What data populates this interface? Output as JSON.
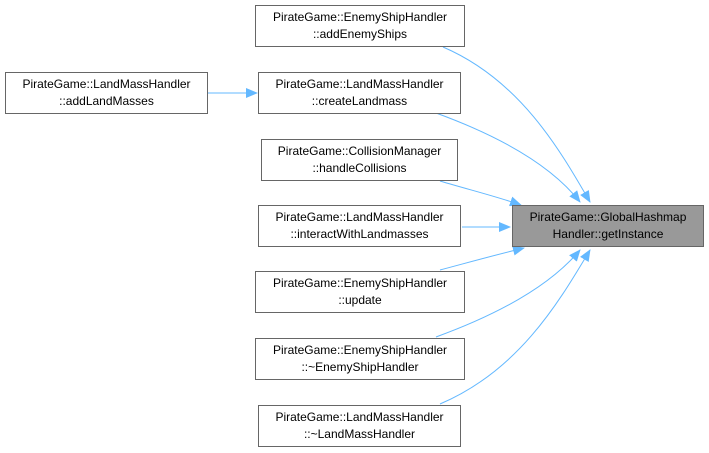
{
  "colors": {
    "edge": "#63b8ff",
    "node_border": "#666666",
    "target_fill": "#999999"
  },
  "nodes": {
    "add_enemy_ships": {
      "line1": "PirateGame::EnemyShipHandler",
      "line2": "::addEnemyShips"
    },
    "add_land_masses": {
      "line1": "PirateGame::LandMassHandler",
      "line2": "::addLandMasses"
    },
    "create_landmass": {
      "line1": "PirateGame::LandMassHandler",
      "line2": "::createLandmass"
    },
    "handle_collisions": {
      "line1": "PirateGame::CollisionManager",
      "line2": "::handleCollisions"
    },
    "interact_with_landmasses": {
      "line1": "PirateGame::LandMassHandler",
      "line2": "::interactWithLandmasses"
    },
    "enemy_update": {
      "line1": "PirateGame::EnemyShipHandler",
      "line2": "::update"
    },
    "enemy_destructor": {
      "line1": "PirateGame::EnemyShipHandler",
      "line2": "::~EnemyShipHandler"
    },
    "landmass_destructor": {
      "line1": "PirateGame::LandMassHandler",
      "line2": "::~LandMassHandler"
    },
    "get_instance": {
      "line1": "PirateGame::GlobalHashmap",
      "line2": "Handler::getInstance"
    }
  }
}
